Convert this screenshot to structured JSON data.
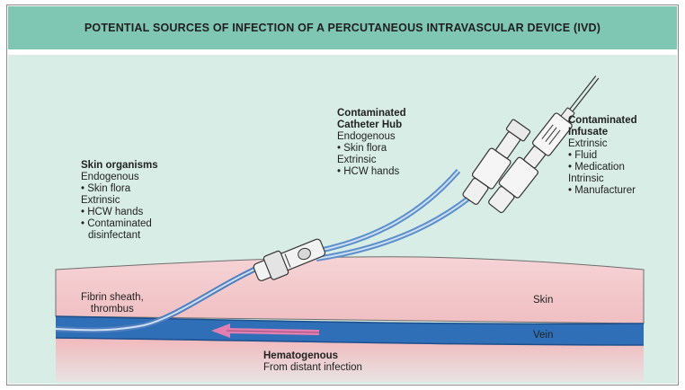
{
  "title": "POTENTIAL SOURCES OF INFECTION OF A PERCUTANEOUS INTRAVASCULAR DEVICE (IVD)",
  "skin_organisms": {
    "heading": "Skin organisms",
    "lines": [
      "Endogenous",
      "• Skin flora",
      "Extrinsic",
      "• HCW hands",
      "• Contaminated",
      "  disinfectant"
    ]
  },
  "catheter_hub": {
    "heading1": "Contaminated",
    "heading2": "Catheter Hub",
    "lines": [
      "Endogenous",
      "• Skin flora",
      "Extrinsic",
      "• HCW hands"
    ]
  },
  "infusate": {
    "heading1": "Contaminated",
    "heading2": "Infusate",
    "lines": [
      "Extrinsic",
      "• Fluid",
      "• Medication",
      "Intrinsic",
      "• Manufacturer"
    ]
  },
  "fibrin": {
    "line1": "Fibrin sheath,",
    "line2": "thrombus"
  },
  "skin_label": "Skin",
  "vein_label": "Vein",
  "hematogenous": {
    "heading": "Hematogenous",
    "line": "From distant infection"
  },
  "colors": {
    "title_bar": "#7fc7b2",
    "background": "#d8ede6",
    "skin": "#f4c9cb",
    "vein": "#2f6fb8",
    "catheter": "#6a9bd0",
    "arrow": "#e07fb0"
  }
}
